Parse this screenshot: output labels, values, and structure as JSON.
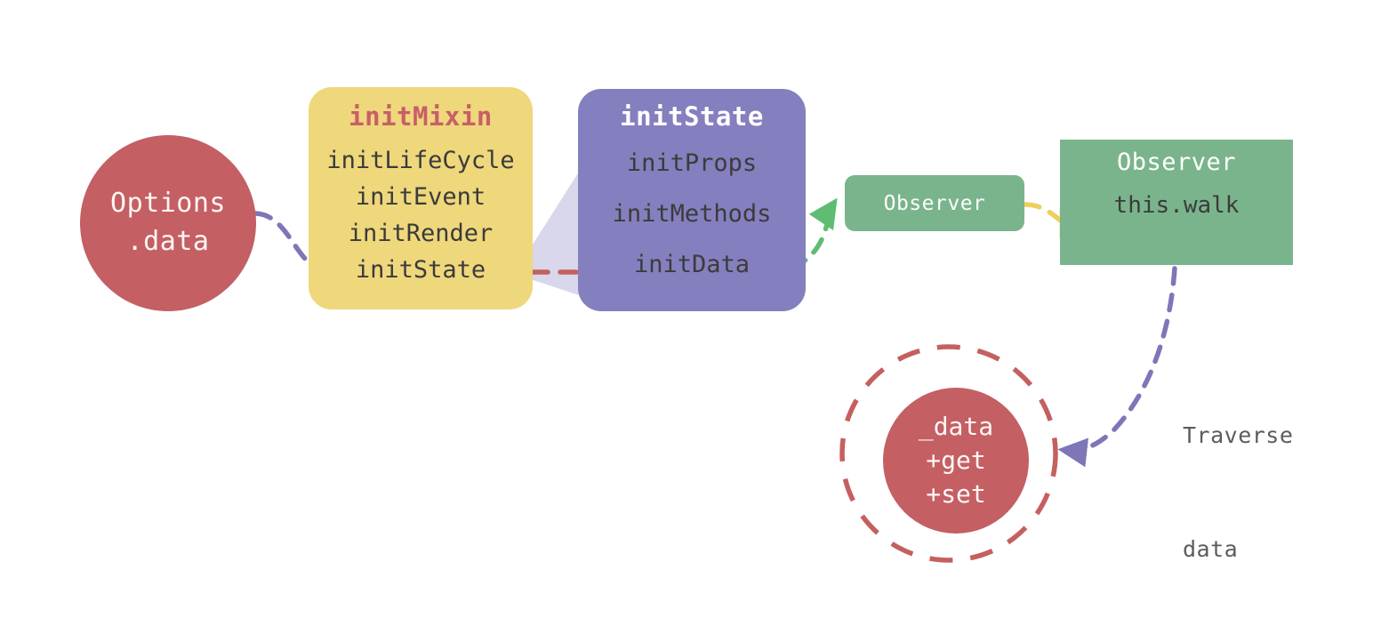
{
  "diagram": {
    "title": "Vue initState / Observer reactivity flow",
    "background": "#ffffff",
    "colors": {
      "red": "#c45f64",
      "yellow": "#efd77c",
      "purple": "#847fbe",
      "green": "#7ab48c",
      "purple_translucent": "#d9d6ec",
      "arrow_purple": "#7d77b8",
      "arrow_red": "#c4605f",
      "arrow_green": "#5fbd72",
      "arrow_yellow": "#edcf5e",
      "text_dark": "#3b3b3b",
      "text_muted": "#5c5c5c",
      "title_red": "#c75f68"
    }
  },
  "nodes": {
    "options": {
      "name": "Options.data",
      "shape": "circle",
      "lines": [
        "Options",
        ".data"
      ]
    },
    "init_mixin": {
      "title": "initMixin",
      "shape": "rounded-rect",
      "items": [
        "initLifeCycle",
        "initEvent",
        "initRender",
        "initState"
      ]
    },
    "init_state": {
      "title": "initState",
      "shape": "rounded-rect",
      "items": [
        "initProps",
        "initMethods",
        "initData"
      ]
    },
    "observer_small": {
      "label": "Observer",
      "shape": "rounded-rect"
    },
    "observer_large": {
      "title": "Observer",
      "shape": "rect",
      "items": [
        "this.walk"
      ]
    },
    "data_circle": {
      "shape": "circle-dashed-ring",
      "lines": [
        "_data",
        "+get",
        "+set"
      ]
    }
  },
  "edges": [
    {
      "id": "options-to-initstate",
      "from": "options",
      "to": "init_mixin.initState",
      "style": "dashed",
      "color": "#7d77b8",
      "label": ""
    },
    {
      "id": "initstate-to-initdata",
      "from": "init_mixin.initState",
      "to": "init_state.initData",
      "style": "dashed",
      "color": "#c4605f",
      "label": ""
    },
    {
      "id": "initdata-to-observer",
      "from": "init_state.initData",
      "to": "observer_small",
      "style": "dashed",
      "color": "#5fbd72",
      "label": ""
    },
    {
      "id": "observer-to-thiswalk",
      "from": "observer_small",
      "to": "observer_large.this.walk",
      "style": "dashed",
      "color": "#edcf5e",
      "label": ""
    },
    {
      "id": "thiswalk-to-data",
      "from": "observer_large",
      "to": "data_circle",
      "style": "dashed",
      "color": "#7d77b8",
      "label": "Traverse data"
    }
  ],
  "labels": {
    "traverse": {
      "lines": [
        "Traverse",
        "data"
      ]
    }
  }
}
